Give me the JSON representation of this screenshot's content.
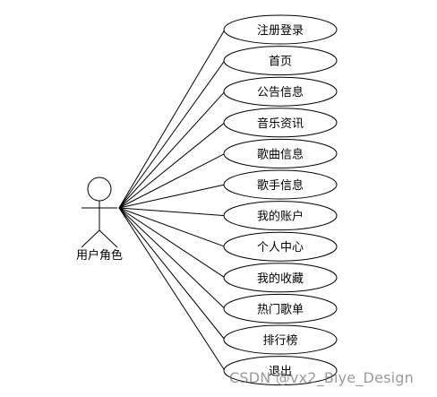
{
  "actor": {
    "label": "用户角色"
  },
  "use_cases": [
    {
      "label": "注册登录"
    },
    {
      "label": "首页"
    },
    {
      "label": "公告信息"
    },
    {
      "label": "音乐资讯"
    },
    {
      "label": "歌曲信息"
    },
    {
      "label": "歌手信息"
    },
    {
      "label": "我的账户"
    },
    {
      "label": "个人中心"
    },
    {
      "label": "我的收藏"
    },
    {
      "label": "热门歌单"
    },
    {
      "label": "排行榜"
    },
    {
      "label": "退出"
    }
  ],
  "watermark": "CSDN @vx2_Biye_Design",
  "colors": {
    "stroke": "#000000",
    "ellipse_fill": "#ffffff"
  }
}
